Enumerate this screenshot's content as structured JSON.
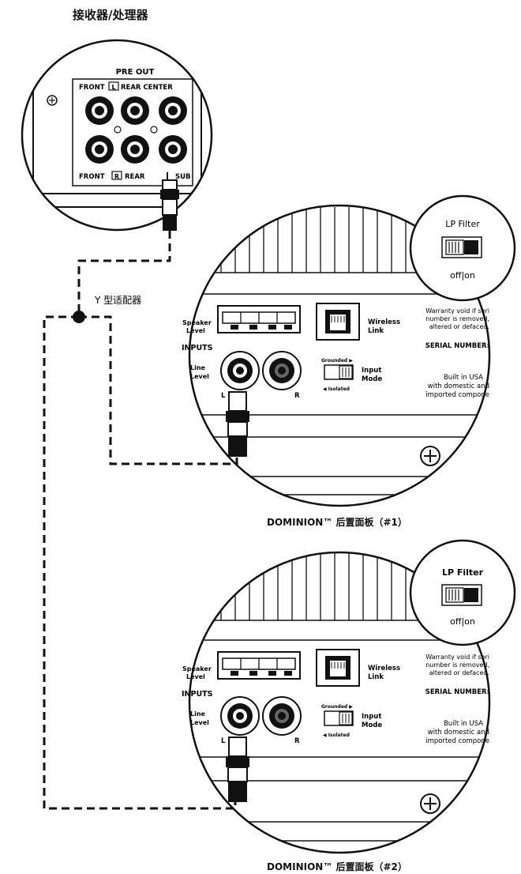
{
  "receiver": {
    "title": "接收器/处理器",
    "pre_out": "PRE OUT",
    "front_top": "FRONT",
    "l_badge": "L",
    "rear_center": "REAR CENTER",
    "front_bottom": "FRONT",
    "r_badge": "R",
    "rear_bottom": "REAR",
    "sub": "SUB"
  },
  "adapter_label": "Y 型适配器",
  "panels": [
    {
      "caption": "DOMINION™ 后置面板（#1）",
      "lp_filter": "LP Filter",
      "off_on": "off|on",
      "speaker_level": [
        "Speaker",
        "Level"
      ],
      "wireless_link": [
        "Wireless",
        "Link"
      ],
      "inputs": "INPUTS",
      "line_level": [
        "Line",
        "Level"
      ],
      "l": "L",
      "r": "R",
      "grounded": "Grounded ▶",
      "isolated": "◀ Isolated",
      "input_mode": [
        "Input",
        "Mode"
      ],
      "warranty": [
        "Warranty void if seri",
        "number is removed,",
        "altered or defaced."
      ],
      "serial_number": "SERIAL NUMBER:",
      "built": [
        "Built in USA",
        "with domestic and",
        "imported compone"
      ]
    },
    {
      "caption": "DOMINION™ 后置面板（#2）",
      "lp_filter": "LP Filter",
      "off_on": "off|on",
      "speaker_level": [
        "Speaker",
        "Level"
      ],
      "wireless_link": [
        "Wireless",
        "Link"
      ],
      "inputs": "INPUTS",
      "line_level": [
        "Line",
        "Level"
      ],
      "l": "L",
      "r": "R",
      "grounded": "Grounded ▶",
      "isolated": "◀ Isolated",
      "input_mode": [
        "Input",
        "Mode"
      ],
      "warranty": [
        "Warranty void if seri",
        "number is removed,",
        "altered or defaced."
      ],
      "serial_number": "SERIAL NUMBER:",
      "built": [
        "Built in USA",
        "with domestic and",
        "imported compone"
      ]
    }
  ]
}
